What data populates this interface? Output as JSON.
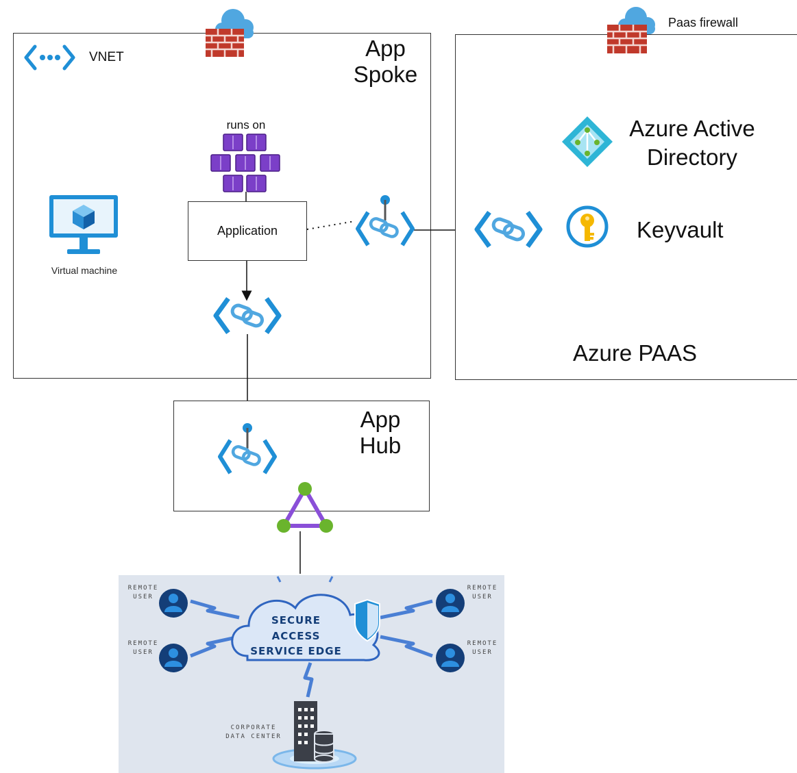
{
  "colors": {
    "azure_blue": "#1f8fd6",
    "firewall_red": "#c0392b",
    "cloud_blue": "#50a7e0",
    "k8s_purple": "#7b3fc8",
    "hub_green": "#6ab42d",
    "sase_bg": "#dfe5ee",
    "sase_navy": "#143e78"
  },
  "spoke": {
    "title_line1": "App",
    "title_line2": "Spoke",
    "vnet_label": "VNET",
    "vnet_icon": "vnet-icon",
    "firewall_icon": "firewall-cloud-icon"
  },
  "vm": {
    "label": "Virtual machine",
    "icon": "virtual-machine-icon"
  },
  "kubernetes": {
    "label": "runs on",
    "icon": "kubernetes-icon"
  },
  "application": {
    "label": "Application"
  },
  "paas": {
    "firewall_label": "Paas firewall",
    "aad_line1": "Azure Active",
    "aad_line2": "Directory",
    "keyvault_label": "Keyvault",
    "title": "Azure PAAS"
  },
  "hub": {
    "title_line1": "App",
    "title_line2": "Hub"
  },
  "sase": {
    "line1": "SECURE ACCESS",
    "line2": "SERVICE EDGE",
    "remote_user_1": "REMOTE",
    "remote_user_2": "USER",
    "dc_line1": "CORPORATE",
    "dc_line2": "DATA CENTER"
  }
}
